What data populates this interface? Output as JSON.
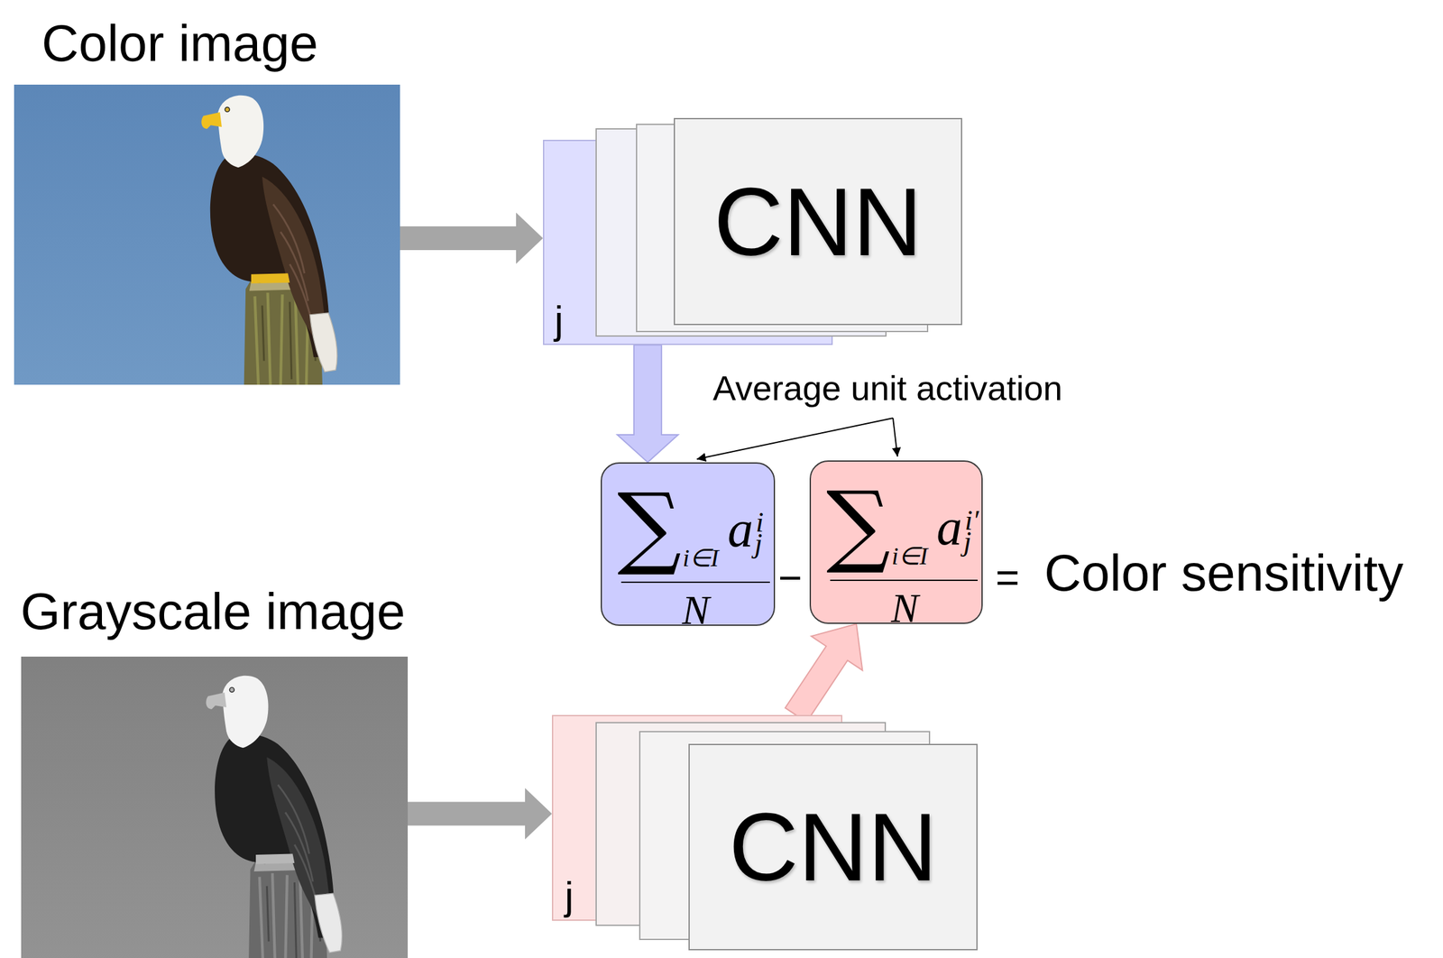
{
  "diagram": {
    "nodes": [
      {
        "text": [
          "Color image"
        ]
      },
      {
        "text": [
          "j"
        ]
      },
      {
        "text": [
          "CNN"
        ]
      },
      {
        "text": [
          "∑",
          "i∈I",
          "a",
          "j",
          "i",
          "N"
        ]
      },
      {
        "text": [
          "∑",
          "i∈I",
          "a",
          "j",
          "i′",
          "N"
        ]
      },
      {
        "text": [
          "Grayscale image"
        ]
      },
      {
        "text": [
          "j"
        ]
      },
      {
        "text": [
          "CNN"
        ]
      }
    ],
    "edges": [
      {
        "from": 0,
        "to": 1,
        "arrow": "to"
      },
      {
        "from": 5,
        "to": 6,
        "arrow": "to"
      },
      {
        "from": 1,
        "to": 3,
        "arrow": "to"
      },
      {
        "from": 6,
        "to": 4,
        "arrow": "to"
      }
    ],
    "labels": [
      "Average unit activation",
      "−",
      "=",
      "Color sensitivity"
    ]
  }
}
